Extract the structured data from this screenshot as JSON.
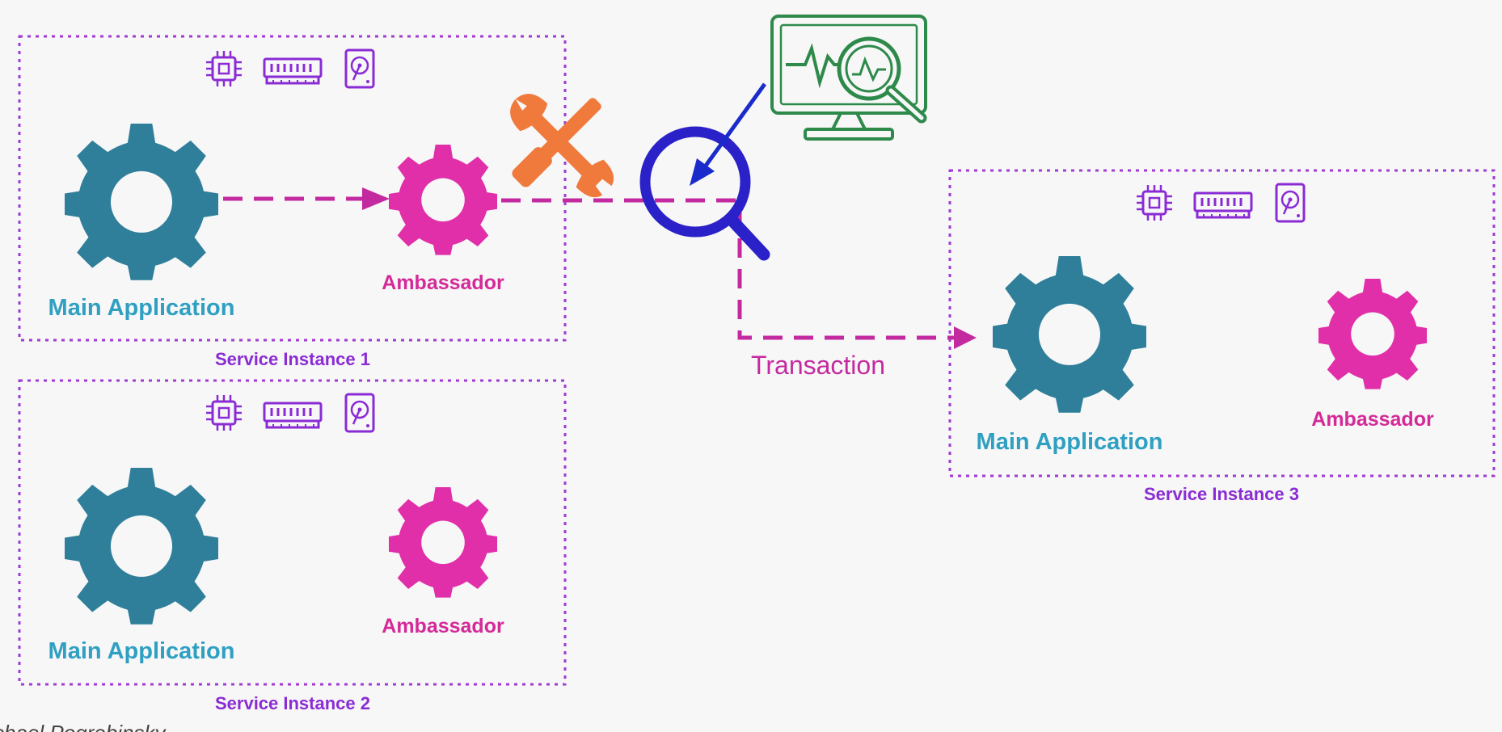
{
  "colors": {
    "background": "#f7f7f7",
    "main_app": "#2f7f9a",
    "ambassador": "#e02fa8",
    "box_border": "#a13bd4",
    "resources": "#8a2bd4",
    "connector": "#c42aa0",
    "magnifier": "#2a22c8",
    "arrow": "#1a2bcc",
    "tools": "#f07a3c",
    "monitor": "#2e8a4a"
  },
  "instances": [
    {
      "name": "Service Instance 1",
      "main_label": "Main Application",
      "ambassador_label": "Ambassador"
    },
    {
      "name": "Service Instance 2",
      "main_label": "Main Application",
      "ambassador_label": "Ambassador"
    },
    {
      "name": "Service Instance 3",
      "main_label": "Main Application",
      "ambassador_label": "Ambassador"
    }
  ],
  "connector": {
    "label": "Transaction"
  },
  "icons": {
    "resources": [
      "cpu-icon",
      "ram-icon",
      "hard-disk-icon"
    ],
    "tools": "wrench-screwdriver-icon",
    "monitor": "monitor-analytics-icon",
    "magnifier": "magnifier-icon",
    "pointer": "blue-arrow-icon"
  },
  "footer": {
    "partial_text": "chael Pogrebinsky"
  }
}
